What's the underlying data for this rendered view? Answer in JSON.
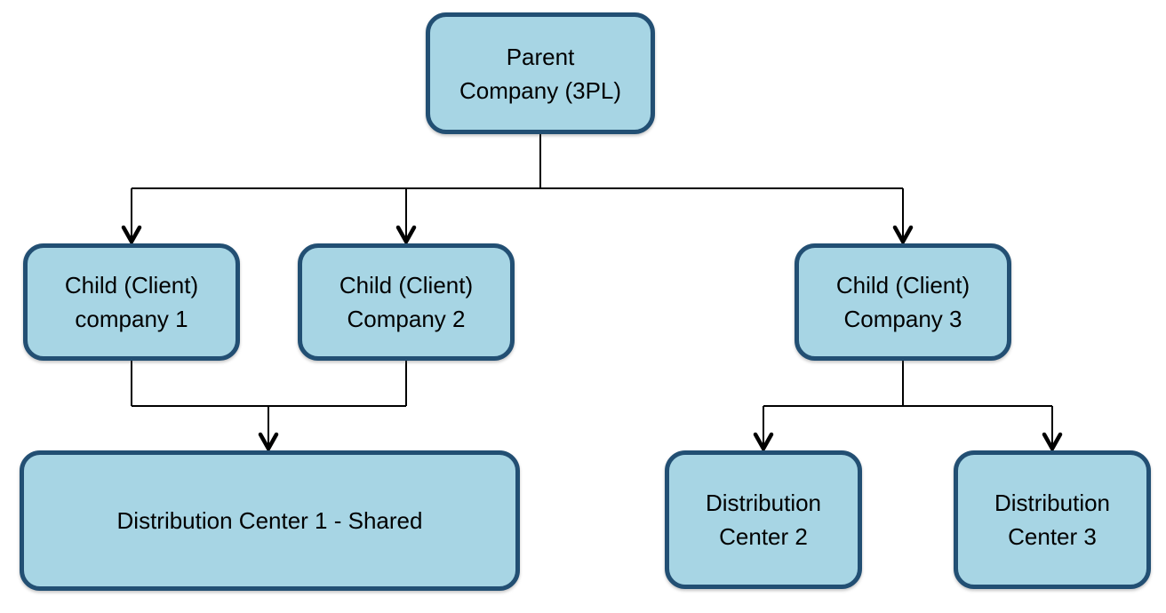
{
  "diagram": {
    "type": "org-hierarchy",
    "colors": {
      "background": "#ffffff",
      "node_fill": "#a7d5e4",
      "node_border": "#224f73",
      "connector": "#000000",
      "text_color": "#000000"
    },
    "nodes": {
      "parent": {
        "line1": "Parent",
        "line2": "Company (3PL)"
      },
      "child1": {
        "line1": "Child (Client)",
        "line2": "company 1"
      },
      "child2": {
        "line1": "Child (Client)",
        "line2": "Company 2"
      },
      "child3": {
        "line1": "Child (Client)",
        "line2": "Company 3"
      },
      "dc1": {
        "line1": "Distribution Center 1 - Shared"
      },
      "dc2": {
        "line1": "Distribution",
        "line2": "Center 2"
      },
      "dc3": {
        "line1": "Distribution",
        "line2": "Center 3"
      }
    },
    "edges": [
      {
        "from": "Parent Company (3PL)",
        "to": "Child (Client) company 1"
      },
      {
        "from": "Parent Company (3PL)",
        "to": "Child (Client) Company 2"
      },
      {
        "from": "Parent Company (3PL)",
        "to": "Child (Client) Company 3"
      },
      {
        "from": "Child (Client) company 1",
        "to": "Distribution Center 1 - Shared"
      },
      {
        "from": "Child (Client) Company 2",
        "to": "Distribution Center 1 - Shared"
      },
      {
        "from": "Child (Client) Company 3",
        "to": "Distribution Center 2"
      },
      {
        "from": "Child (Client) Company 3",
        "to": "Distribution Center 3"
      }
    ]
  }
}
